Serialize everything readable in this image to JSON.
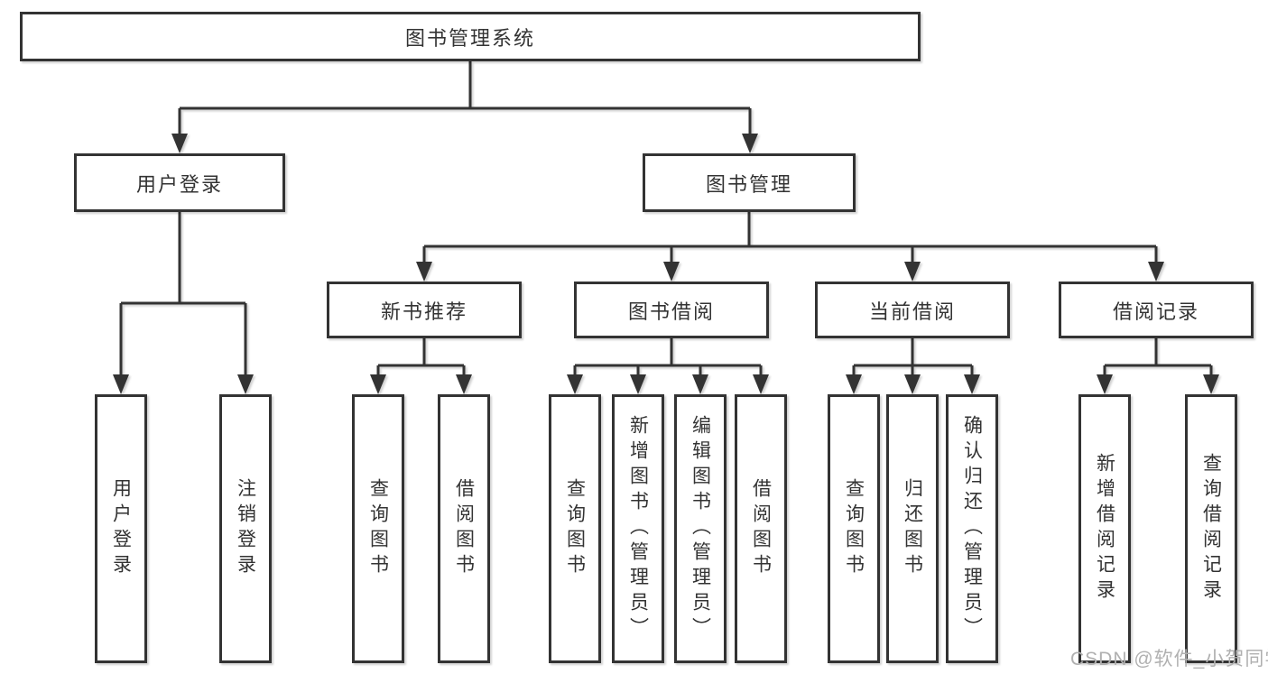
{
  "colors": {
    "line": "#333333",
    "border": "#333333",
    "text": "#333333",
    "background": "#ffffff",
    "watermark": "#b0b0b0"
  },
  "tree": {
    "root": {
      "label": "图书管理系统"
    },
    "user_branch": {
      "label": "用户登录",
      "children": [
        {
          "label": "用户登录"
        },
        {
          "label": "注销登录"
        }
      ]
    },
    "book_branch": {
      "label": "图书管理",
      "groups": [
        {
          "label": "新书推荐",
          "children": [
            {
              "label": "查询图书"
            },
            {
              "label": "借阅图书"
            }
          ]
        },
        {
          "label": "图书借阅",
          "children": [
            {
              "label": "查询图书"
            },
            {
              "label": "新增图书（管理员）"
            },
            {
              "label": "编辑图书（管理员）"
            },
            {
              "label": "借阅图书"
            }
          ]
        },
        {
          "label": "当前借阅",
          "children": [
            {
              "label": "查询图书"
            },
            {
              "label": "归还图书"
            },
            {
              "label": "确认归还（管理员）"
            }
          ]
        },
        {
          "label": "借阅记录",
          "children": [
            {
              "label": "新增借阅记录"
            },
            {
              "label": "查询借阅记录"
            }
          ]
        }
      ]
    }
  },
  "watermark": {
    "text": "CSDN @软件_小贺同学"
  }
}
